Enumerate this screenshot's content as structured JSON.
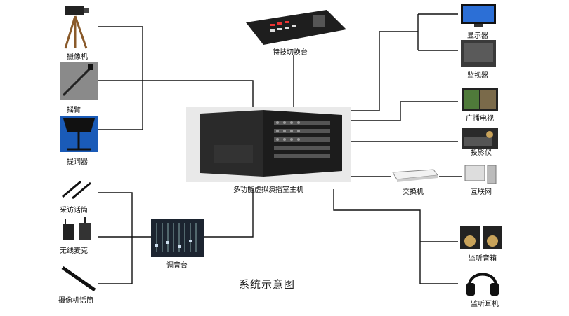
{
  "title": "系统示意图",
  "host": {
    "label": "多功能虚拟演播室主机"
  },
  "left": {
    "camera": "摄像机",
    "jib": "摇臂",
    "prompter": "提词器",
    "interview_mic": "采访话筒",
    "wireless_mic": "无线麦克",
    "camera_mic": "摄像机话筒",
    "mixer": "调音台"
  },
  "top": {
    "switcher": "特技切换台"
  },
  "right": {
    "display": "显示器",
    "monitor": "监视器",
    "broadcast_tv": "广播电视",
    "projector": "投影仪",
    "switch": "交换机",
    "internet": "互联网",
    "speakers": "监听音箱",
    "headphones": "监听耳机"
  }
}
